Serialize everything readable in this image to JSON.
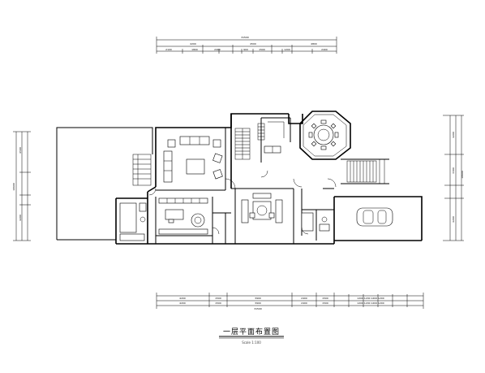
{
  "drawing": {
    "title": "一层平面布置图",
    "scale": "Scale 1:100"
  },
  "dimensions": {
    "top_overall": "31500",
    "right_overall": "10600"
  },
  "icons": [
    "car-icon",
    "dining-table-icon",
    "sofa-icon",
    "stair-icon",
    "round-table-icon"
  ]
}
